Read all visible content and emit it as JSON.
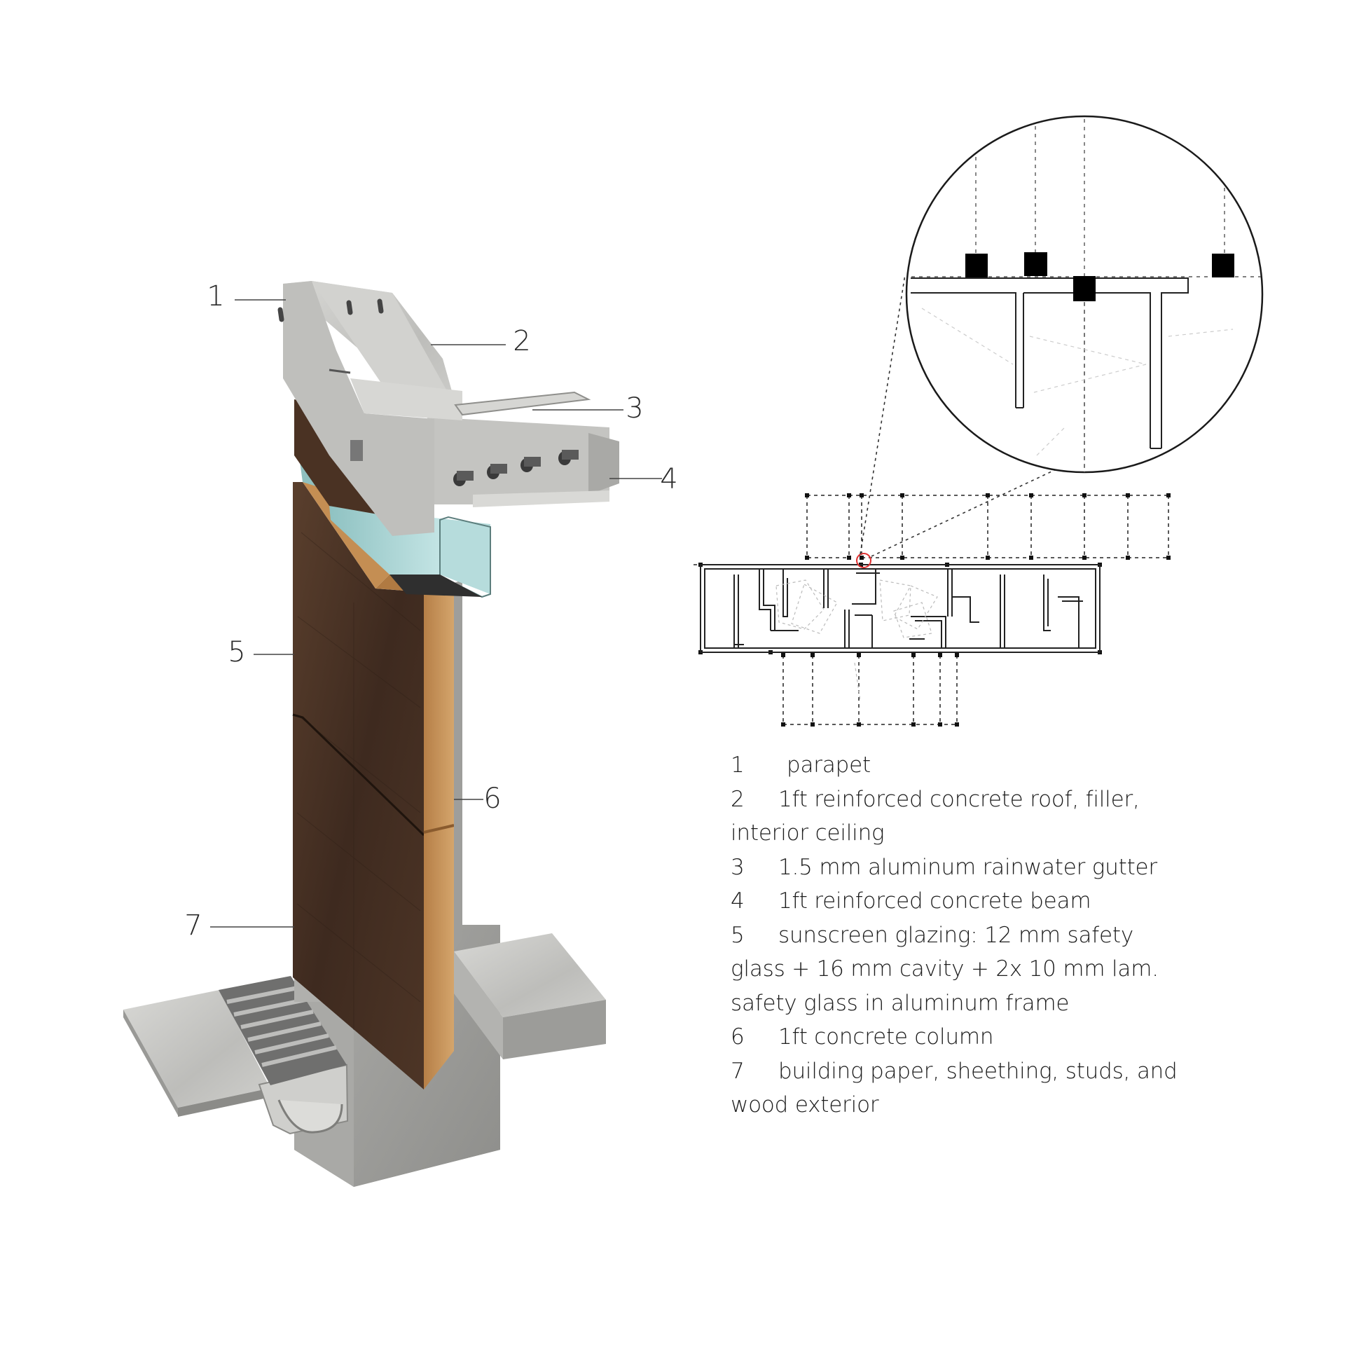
{
  "callouts": [
    {
      "id": 1,
      "label": "1"
    },
    {
      "id": 2,
      "label": "2"
    },
    {
      "id": 3,
      "label": "3"
    },
    {
      "id": 4,
      "label": "4"
    },
    {
      "id": 5,
      "label": "5"
    },
    {
      "id": 6,
      "label": "6"
    },
    {
      "id": 7,
      "label": "7"
    }
  ],
  "legend": [
    {
      "num": "1",
      "text": "parapet"
    },
    {
      "num": "2",
      "text": "1ft reinforced concrete roof, filler, interior ceiling"
    },
    {
      "num": "3",
      "text": "1.5 mm aluminum rainwater gutter"
    },
    {
      "num": "4",
      "text": "1ft reinforced concrete beam"
    },
    {
      "num": "5",
      "text": "sunscreen glazing: 12 mm safety glass + 16 mm cavity + 2x 10 mm lam. safety glass in aluminum frame"
    },
    {
      "num": "6",
      "text": "1ft concrete column"
    },
    {
      "num": "7",
      "text": "building paper, sheething, studs, and wood exterior"
    }
  ],
  "colors": {
    "concrete": "#c9c9c6",
    "wood_dark": "#4a3426",
    "wood_light": "#c8955a",
    "glass": "#a9d3d3",
    "highlight_circle": "#e03030"
  }
}
